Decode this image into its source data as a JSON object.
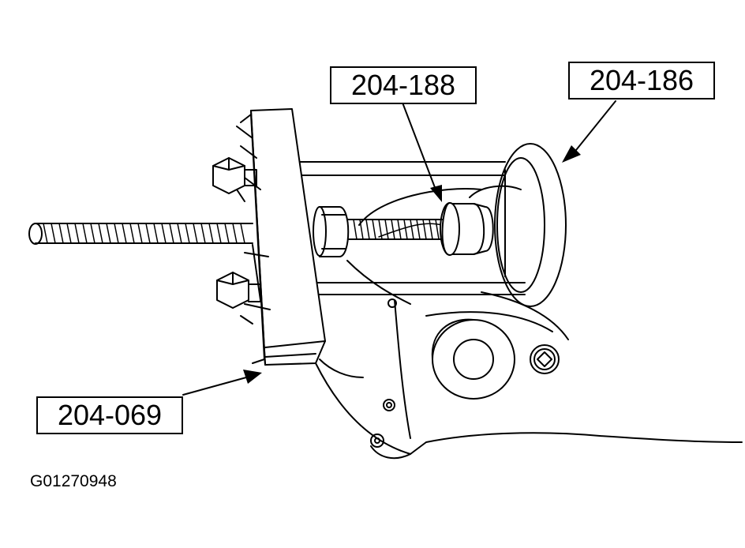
{
  "callouts": {
    "tool_188": "204-188",
    "tool_186": "204-186",
    "tool_069": "204-069"
  },
  "figure_id": "G01270948",
  "colors": {
    "line": "#000000",
    "background": "#ffffff"
  }
}
